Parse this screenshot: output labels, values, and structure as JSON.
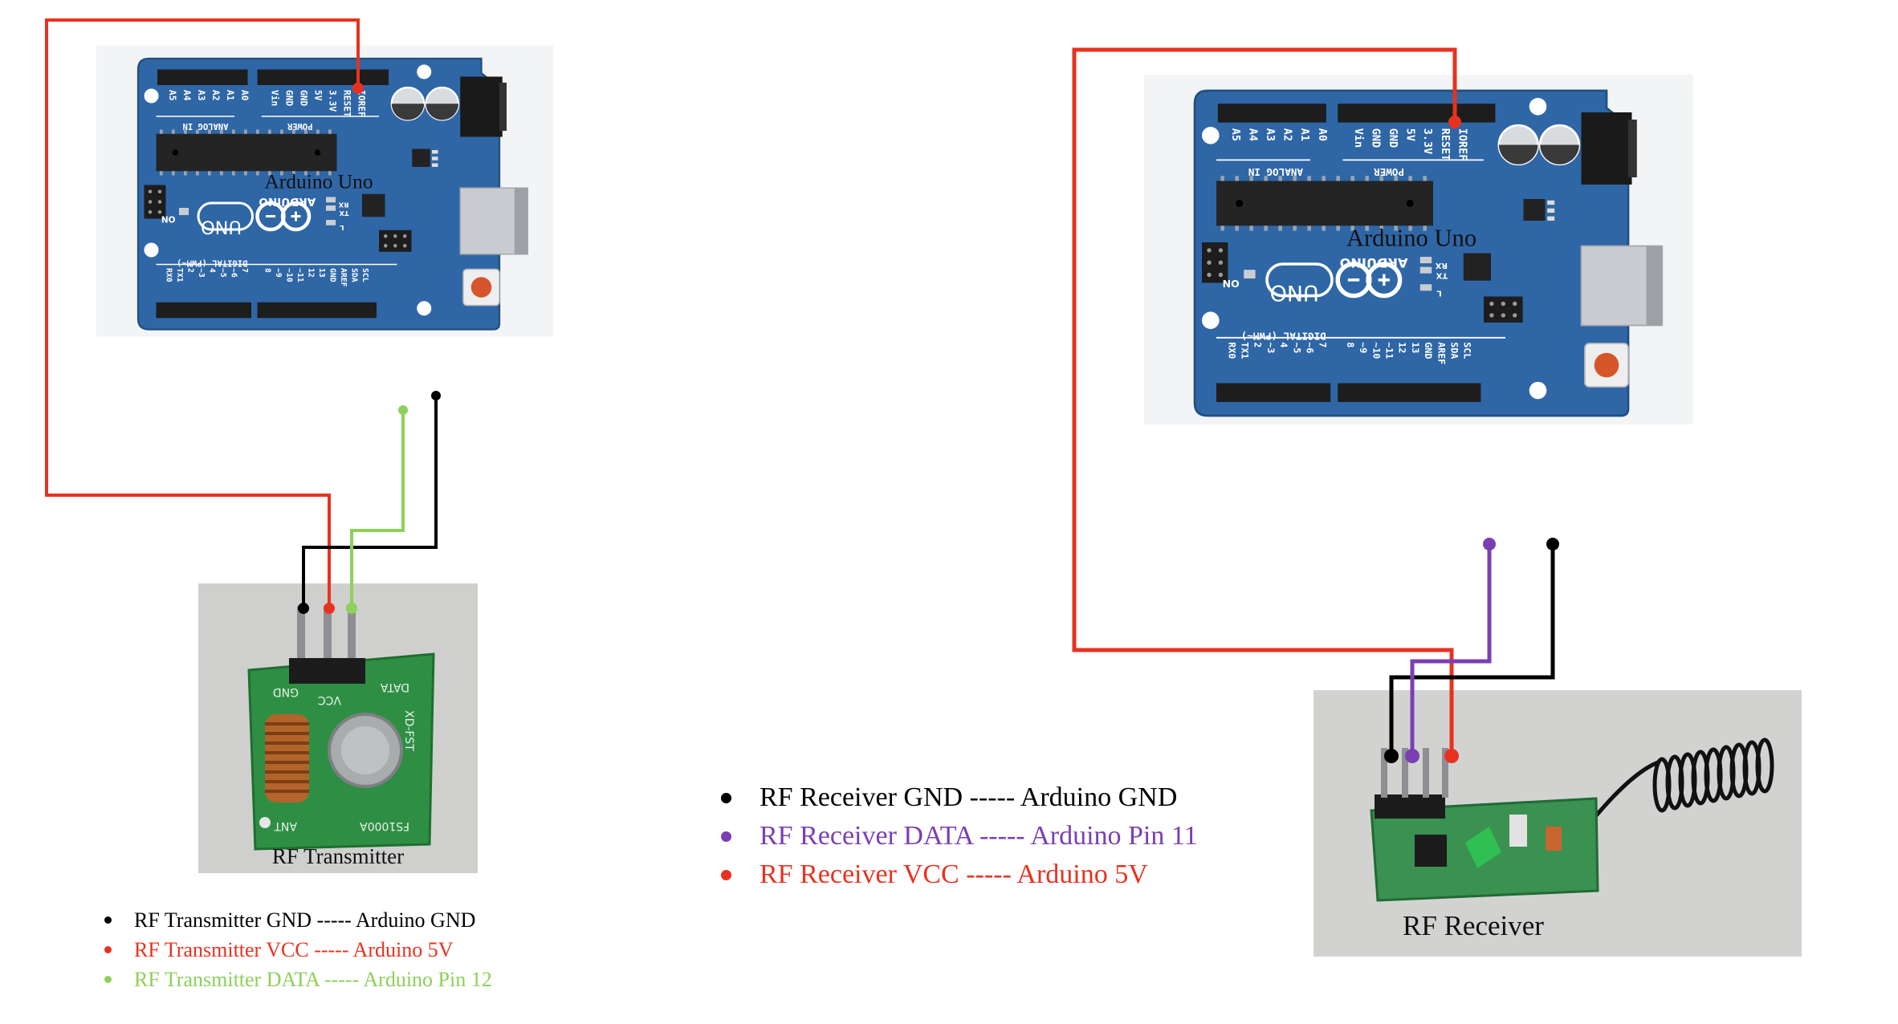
{
  "boards": [
    {
      "id": "left",
      "label": "Arduino Uno"
    },
    {
      "id": "right",
      "label": "Arduino Uno"
    }
  ],
  "board_text": {
    "brand": "ARDUINO",
    "model": "UNO",
    "power_header": "POWER",
    "analog_header": "ANALOG IN",
    "digital_header": "DIGITAL (PWM~)",
    "on": "ON",
    "tx": "TX",
    "rx": "RX",
    "l": "L",
    "power_pins": [
      "IOREF",
      "RESET",
      "3.3V",
      "5V",
      "GND",
      "GND",
      "Vin"
    ],
    "analog_pins": [
      "A0",
      "A1",
      "A2",
      "A3",
      "A4",
      "A5"
    ],
    "digital_pins": [
      "SCL",
      "SDA",
      "AREF",
      "GND",
      "13",
      "12",
      "~11",
      "~10",
      "~9",
      "8",
      "7",
      "~6",
      "~5",
      "4",
      "~3",
      "2",
      "TX➜1",
      "RX⬅0"
    ]
  },
  "modules": {
    "transmitter": {
      "caption": "RF Transmitter",
      "pin_labels": [
        "GND",
        "VCC",
        "DATA"
      ],
      "chip_text": "XD-FST",
      "part_text": "FS1000A",
      "ant_text": "ANT"
    },
    "receiver": {
      "caption": "RF Receiver"
    }
  },
  "colors": {
    "board": "#2f66a6",
    "gnd": "#000000",
    "vcc": "#e8321f",
    "tx_data": "#8dd05a",
    "rx_data": "#7b3fb3"
  },
  "transmitter_legend": [
    {
      "text": "RF Transmitter GND ----- Arduino GND",
      "color": "#000000"
    },
    {
      "text": "RF Transmitter VCC ----- Arduino 5V",
      "color": "#e8321f"
    },
    {
      "text": "RF Transmitter DATA ----- Arduino Pin 12",
      "color": "#8dd05a"
    }
  ],
  "receiver_legend": [
    {
      "text": "RF Receiver GND ----- Arduino GND",
      "color": "#000000"
    },
    {
      "text": "RF Receiver DATA ----- Arduino Pin 11",
      "color": "#7b3fb3"
    },
    {
      "text": "RF Receiver VCC ----- Arduino 5V",
      "color": "#e8321f"
    }
  ]
}
